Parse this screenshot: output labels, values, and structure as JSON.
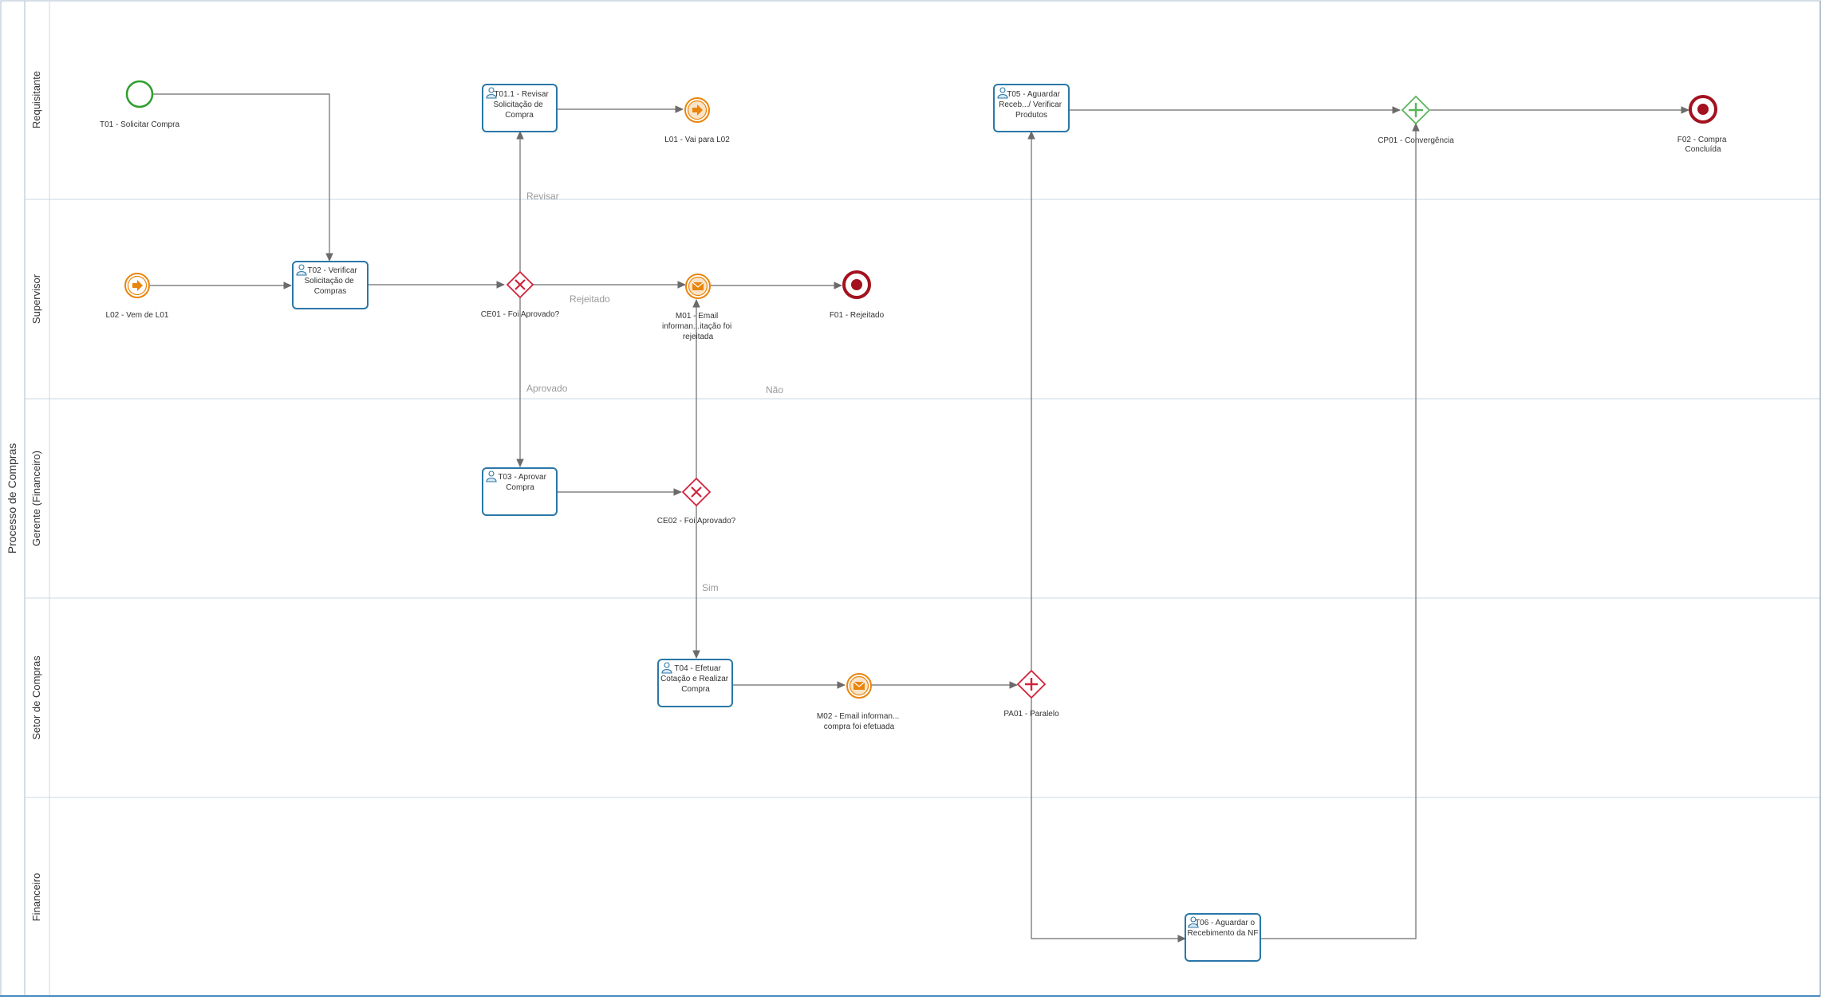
{
  "pool": {
    "label": "Processo de Compras"
  },
  "lanes": [
    {
      "id": "requisitante",
      "label": "Requisitante"
    },
    {
      "id": "supervisor",
      "label": "Supervisor"
    },
    {
      "id": "gerente",
      "label": "Gerente (Financeiro)"
    },
    {
      "id": "setor",
      "label": "Setor de Compras"
    },
    {
      "id": "financeiro",
      "label": "Financeiro"
    }
  ],
  "tasks": {
    "t011": [
      "T01.1 - Revisar",
      "Solicitação de",
      "Compra"
    ],
    "t02": [
      "T02 - Verificar",
      "Solicitação de",
      "Compras"
    ],
    "t03": [
      "T03 - Aprovar",
      "Compra"
    ],
    "t04": [
      "T04 - Efetuar",
      "Cotação e Realizar",
      "Compra"
    ],
    "t05": [
      "T05 - Aguardar",
      "Receb.../ Verificar",
      "Produtos"
    ],
    "t06": [
      "T06 - Aguardar o",
      "Recebimento da NF"
    ]
  },
  "events": {
    "t01": [
      "T01 - Solicitar Compra"
    ],
    "l01": [
      "L01 - Vai para L02"
    ],
    "l02": [
      "L02 - Vem de L01"
    ],
    "f01": [
      "F01 - Rejeitado"
    ],
    "f02": [
      "F02 - Compra",
      "Concluída"
    ],
    "m01": [
      "M01 - Email",
      "informan...itação foi",
      "rejeitada"
    ],
    "m02": [
      "M02 - Email informan...",
      "compra foi efetuada"
    ]
  },
  "gateways": {
    "ce01": [
      "CE01 - Foi Aprovado?"
    ],
    "ce02": [
      "CE02 - Foi Aprovado?"
    ],
    "pa01": [
      "PA01 - Paralelo"
    ],
    "cp01": [
      "CP01 - Convergência"
    ]
  },
  "flow_labels": {
    "revisar": "Revisar",
    "rejeitado": "Rejeitado",
    "aprovado": "Aprovado",
    "nao": "Não",
    "sim": "Sim"
  },
  "colors": {
    "task_stroke": "#2a77a8",
    "start_green": "#2e9e2e",
    "end_red": "#a3121f",
    "orange": "#e8850c",
    "gateway_red": "#d0223a",
    "gateway_green": "#5ab55a",
    "lane_line": "#c9d8e6",
    "connector": "#6b6b6b"
  }
}
